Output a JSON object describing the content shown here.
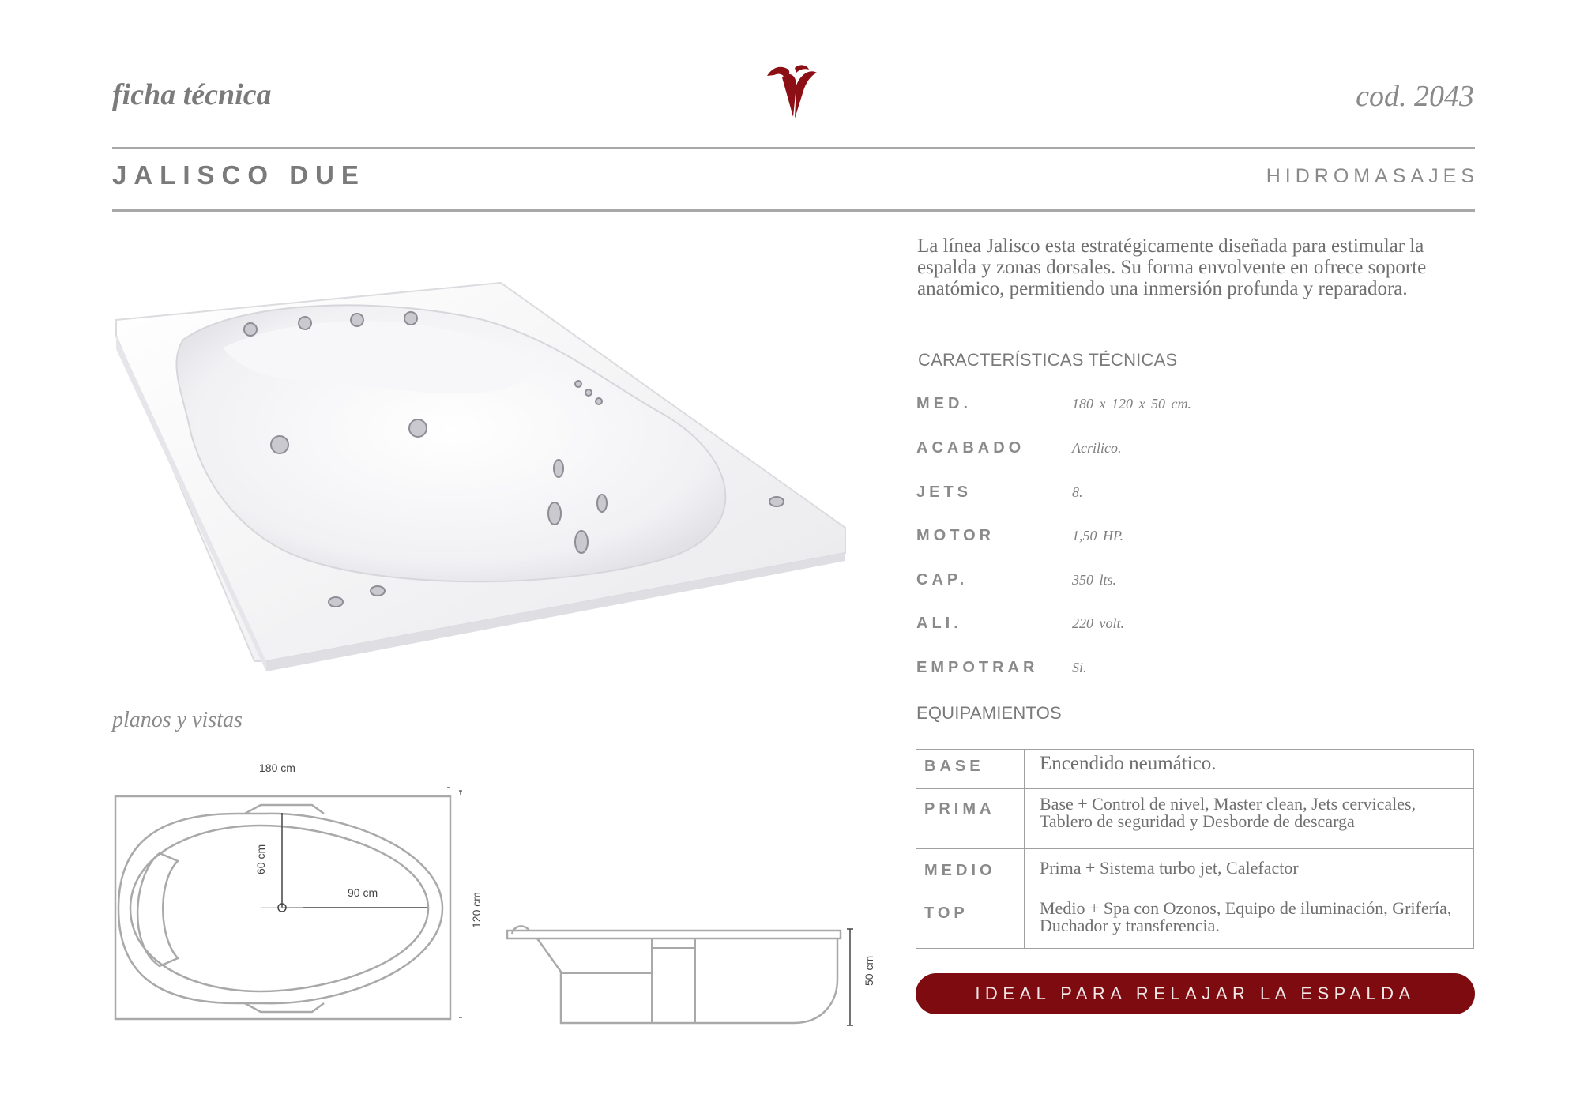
{
  "header": {
    "doc_type": "ficha técnica",
    "code": "cod. 2043",
    "product_name": "JALISCO DUE",
    "category": "HIDROMASAJES"
  },
  "description": "La línea Jalisco esta estratégicamente diseñada para estimular la espalda y zonas dorsales. Su forma envolvente en ofrece soporte anatómico, permitiendo una inmersión profunda y reparadora.",
  "specs": {
    "heading": "CARACTERÍSTICAS TÉCNICAS",
    "rows": [
      {
        "label": "MED.",
        "value": "180 x 120 x 50 cm."
      },
      {
        "label": "ACABADO",
        "value": "Acrilico."
      },
      {
        "label": "JETS",
        "value": "8."
      },
      {
        "label": "MOTOR",
        "value": "1,50 HP."
      },
      {
        "label": "CAP.",
        "value": "350 lts."
      },
      {
        "label": "ALI.",
        "value": "220 volt."
      },
      {
        "label": "EMPOTRAR",
        "value": "Si."
      }
    ]
  },
  "equipment": {
    "heading": "EQUIPAMIENTOS",
    "rows": [
      {
        "label": "BASE",
        "value": "Encendido neumático."
      },
      {
        "label": "PRIMA",
        "value": "Base + Control de nivel, Master clean, Jets cervicales, Tablero de seguridad y Desborde de descarga"
      },
      {
        "label": "MEDIO",
        "value": "Prima + Sistema turbo jet, Calefactor"
      },
      {
        "label": "TOP",
        "value": "Medio + Spa con Ozonos, Equipo de iluminación, Grifería, Duchador y transferencia."
      }
    ]
  },
  "banner": "IDEAL PARA RELAJAR LA ESPALDA",
  "drawings": {
    "heading": "planos y vistas",
    "dim_length": "180 cm",
    "dim_width": "120 cm",
    "dim_depth": "50 cm",
    "dim_half_length": "90 cm",
    "dim_half_width": "60 cm"
  },
  "colors": {
    "accent": "#7d0b10",
    "text": "#7a7a7a",
    "rule": "#a8a8a8"
  }
}
